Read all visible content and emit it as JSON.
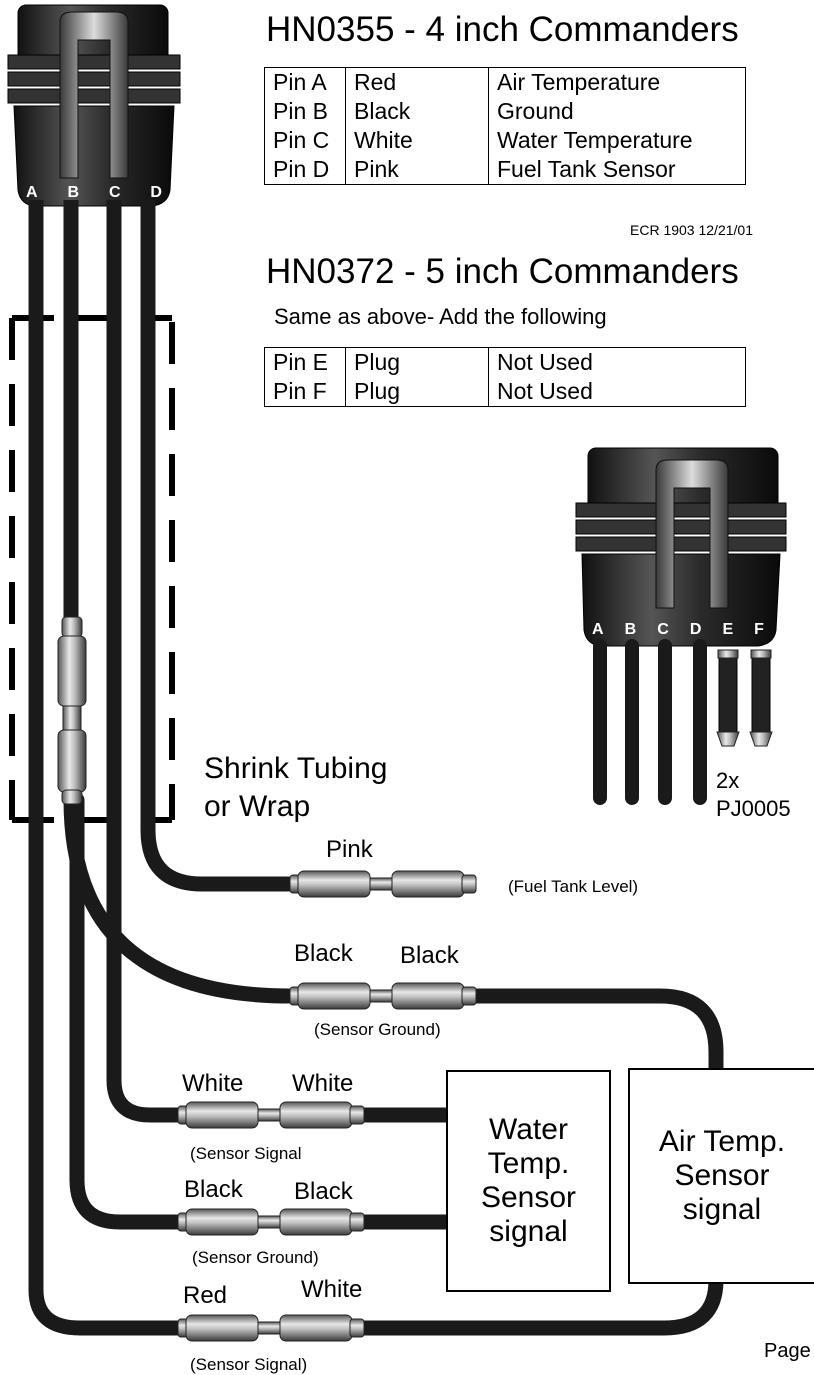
{
  "hn0355": {
    "title": "HN0355 - 4 inch Commanders",
    "rows": [
      {
        "pin": "Pin A",
        "color": "Red",
        "function": "Air Temperature"
      },
      {
        "pin": "Pin B",
        "color": "Black",
        "function": "Ground"
      },
      {
        "pin": "Pin C",
        "color": "White",
        "function": "Water Temperature"
      },
      {
        "pin": "Pin D",
        "color": "Pink",
        "function": "Fuel Tank Sensor"
      }
    ],
    "ecr": "ECR 1903 12/21/01"
  },
  "hn0372": {
    "title": "HN0372 - 5 inch Commanders",
    "subtitle": "Same as above- Add the following",
    "rows": [
      {
        "pin": "Pin E",
        "color": "Plug",
        "function": "Not Used"
      },
      {
        "pin": "Pin F",
        "color": "Plug",
        "function": "Not Used"
      }
    ]
  },
  "connector4": {
    "pins": [
      "A",
      "B",
      "C",
      "D"
    ]
  },
  "connector6": {
    "pins": [
      "A",
      "B",
      "C",
      "D",
      "E",
      "F"
    ],
    "note_line1": "2x",
    "note_line2": "PJ0005"
  },
  "shrink": {
    "line1": "Shrink Tubing",
    "line2": "or Wrap"
  },
  "wires": {
    "pink": {
      "label": "Pink",
      "note": "(Fuel Tank Level)"
    },
    "black_upper": {
      "left": "Black",
      "right": "Black",
      "note": "(Sensor Ground)"
    },
    "white": {
      "left": "White",
      "right": "White",
      "note": "(Sensor Signal"
    },
    "black_lower": {
      "left": "Black",
      "right": "Black",
      "note": "(Sensor Ground)"
    },
    "red": {
      "left": "Red",
      "right": "White",
      "note": "(Sensor Signal)"
    }
  },
  "sensors": {
    "water": [
      "Water",
      "Temp.",
      "Sensor",
      "signal"
    ],
    "air": [
      "Air Temp.",
      "Sensor",
      "signal"
    ]
  },
  "page_label": "Page"
}
